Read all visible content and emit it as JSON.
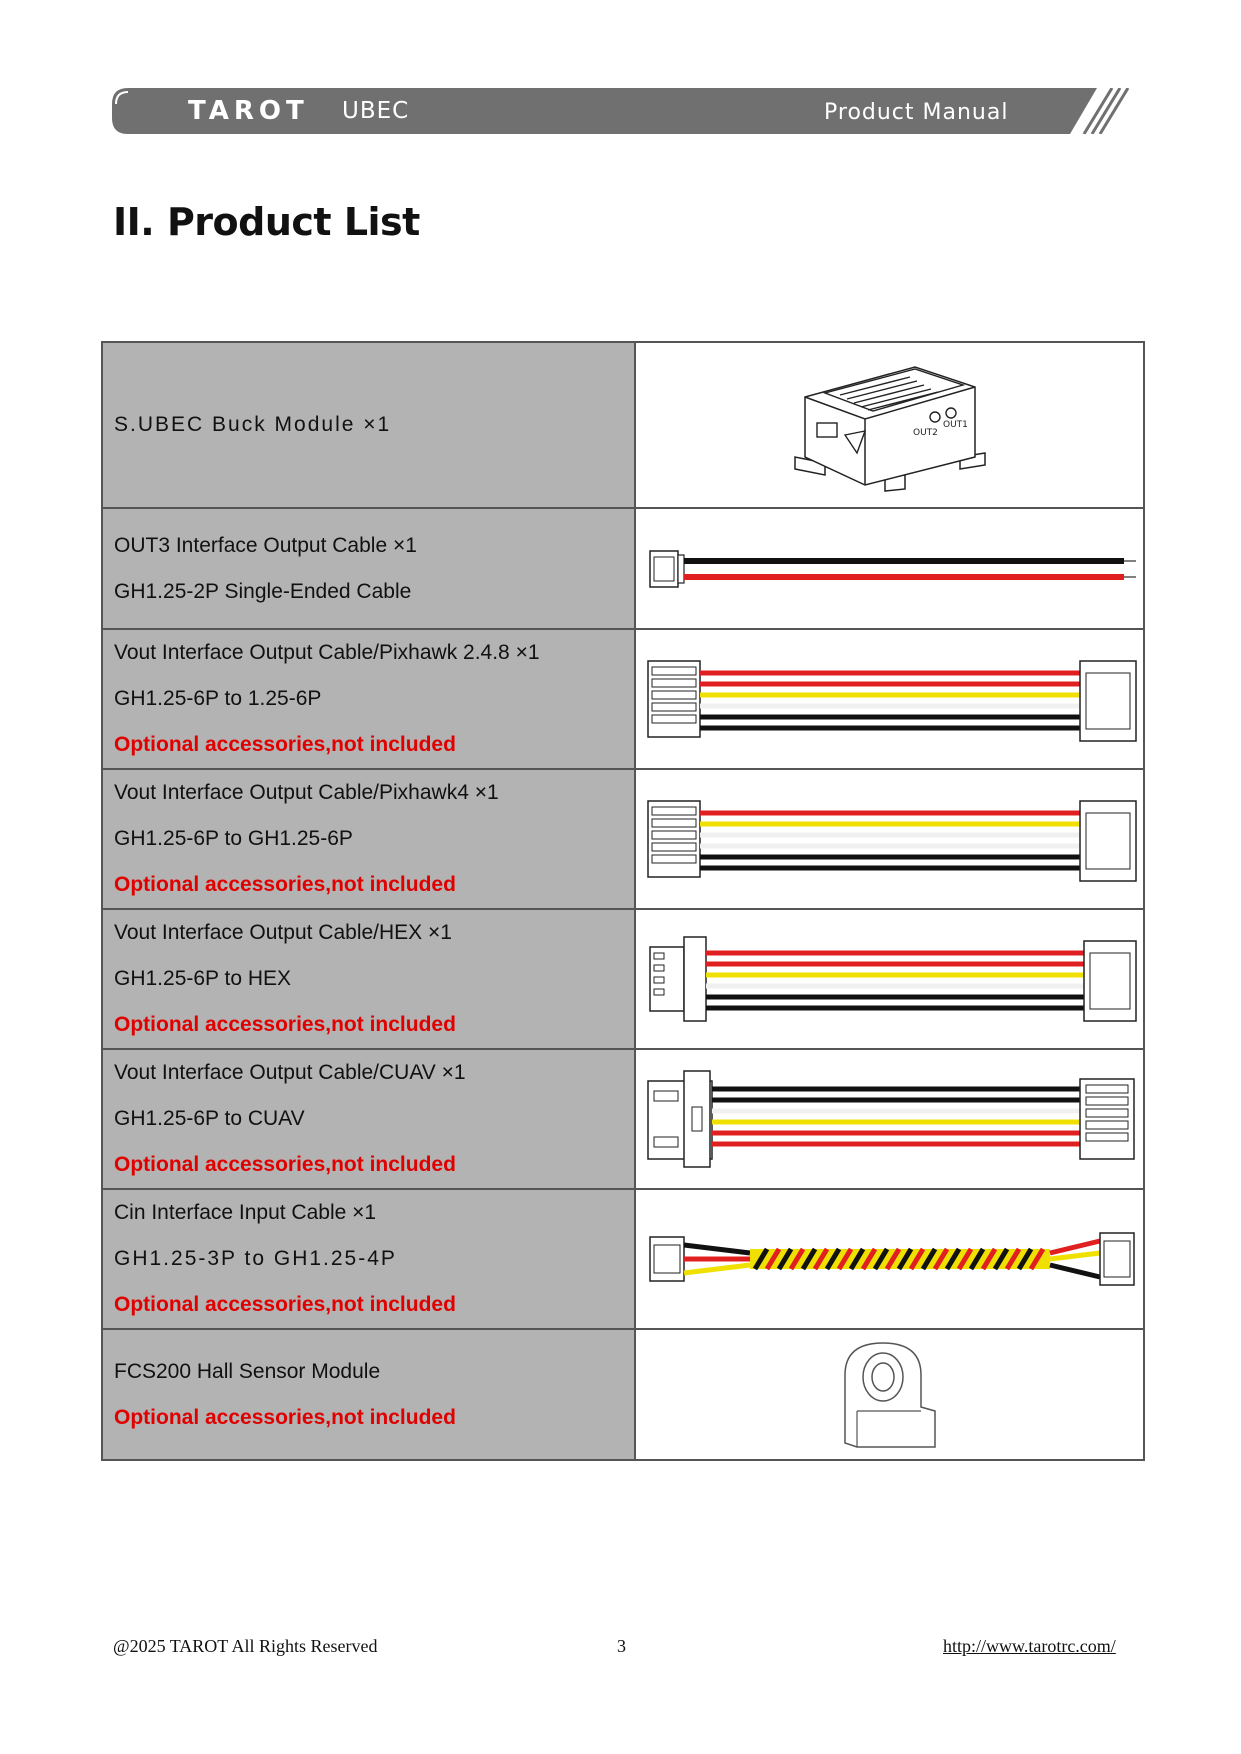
{
  "header": {
    "brand": "TAROT",
    "product": "UBEC",
    "doc_type": "Product Manual"
  },
  "page_title": "II. Product List",
  "items": [
    {
      "lines": [
        "S.UBEC Buck Module ×1"
      ],
      "note": "",
      "image_icon": "ubec-module-illustration"
    },
    {
      "lines": [
        "OUT3 Interface Output Cable ×1",
        "GH1.25-2P Single-Ended Cable"
      ],
      "note": "",
      "image_icon": "two-wire-cable-illustration"
    },
    {
      "lines": [
        "Vout Interface Output Cable/Pixhawk 2.4.8 ×1",
        "GH1.25-6P to 1.25-6P"
      ],
      "note": "Optional accessories,not included",
      "image_icon": "six-wire-cable-illustration"
    },
    {
      "lines": [
        "Vout Interface Output Cable/Pixhawk4 ×1",
        "GH1.25-6P to GH1.25-6P"
      ],
      "note": "Optional accessories,not included",
      "image_icon": "six-wire-cable-illustration"
    },
    {
      "lines": [
        "Vout Interface Output Cable/HEX ×1",
        "GH1.25-6P to HEX"
      ],
      "note": "Optional accessories,not included",
      "image_icon": "hex-cable-illustration"
    },
    {
      "lines": [
        "Vout Interface Output Cable/CUAV ×1",
        "GH1.25-6P to CUAV"
      ],
      "note": "Optional accessories,not included",
      "image_icon": "cuav-cable-illustration"
    },
    {
      "lines": [
        "Cin Interface Input Cable ×1",
        "GH1.25-3P to GH1.25-4P"
      ],
      "note": "Optional accessories,not included",
      "image_icon": "twisted-cable-illustration"
    },
    {
      "lines": [
        "FCS200 Hall Sensor Module"
      ],
      "note": "Optional accessories,not included",
      "image_icon": "hall-sensor-illustration"
    }
  ],
  "colors": {
    "banner": "#707070",
    "desc_cell": "#b3b3b3",
    "warning": "#e00000",
    "wire_red": "#e02020",
    "wire_yellow": "#f0e000",
    "wire_black": "#111111"
  },
  "footer": {
    "copyright": "@2025 TAROT All Rights Reserved",
    "page_number": "3",
    "url": "http://www.tarotrc.com/"
  }
}
